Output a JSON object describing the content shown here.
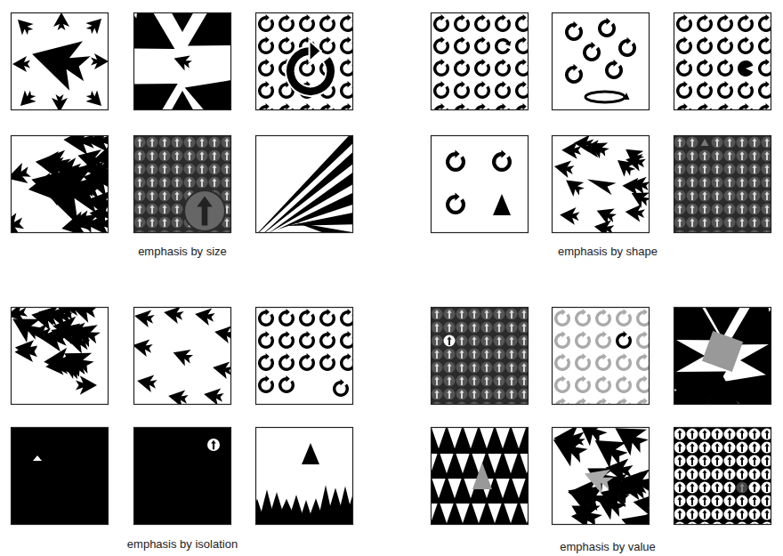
{
  "diagram": {
    "labels": [
      "emphasis by size",
      "emphasis by shape",
      "emphasis by isolation",
      "emphasis by value"
    ]
  }
}
